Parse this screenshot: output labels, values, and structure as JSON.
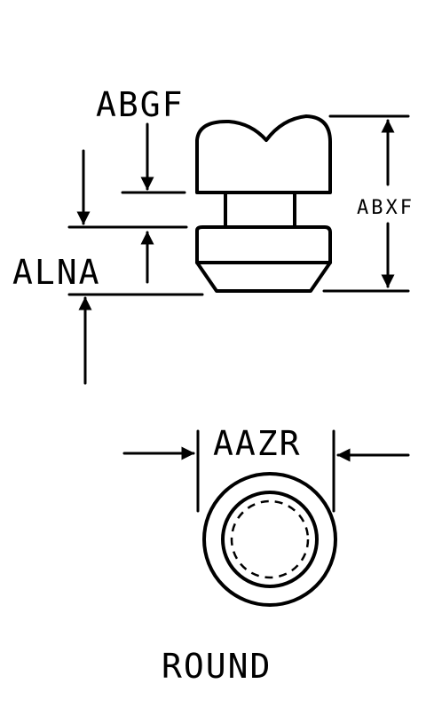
{
  "labels": {
    "abgf": "ABGF",
    "abxf": "ABXF",
    "alna": "ALNA",
    "aazr": "AAZR",
    "round": "ROUND"
  },
  "colors": {
    "line": "#000000",
    "background": "#ffffff"
  }
}
